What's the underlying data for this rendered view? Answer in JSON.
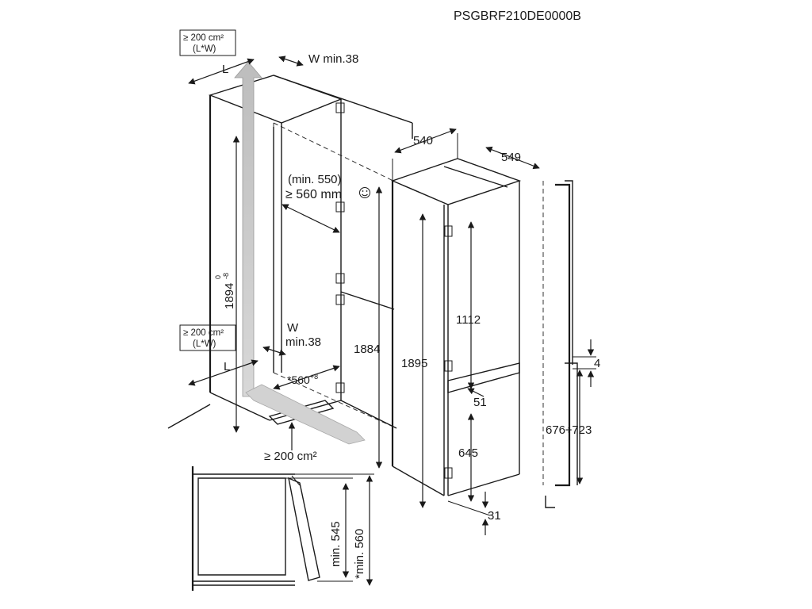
{
  "model_code": "PSGBRF210DE0000B",
  "vent_top": {
    "area": "≥ 200 cm²",
    "formula": "(L*W)"
  },
  "vent_mid": {
    "area": "≥ 200 cm²",
    "formula": "(L*W)"
  },
  "vent_bottom": "≥ 200 cm²",
  "gap_top": {
    "letter": "W",
    "value": "min.38"
  },
  "gap_mid": {
    "letter": "W",
    "value": "min.38"
  },
  "length_top": "L",
  "length_mid": "L",
  "niche_height": "1894",
  "niche_height_tol_top": "0",
  "niche_height_tol_bottom": "-8",
  "niche_width": "*560",
  "niche_width_tol": "+8",
  "door_clearance_note": "(min. 550)",
  "door_clearance": "≥ 560 mm",
  "appliance_depth": "540",
  "appliance_width": "549",
  "appliance_height_hinge": "1884",
  "appliance_height_total": "1895",
  "upper_door_height": "1112",
  "door_gap": "51",
  "lower_door_height": "645",
  "bottom_offset": "31",
  "panel_gap": "4",
  "panel_range": "676÷723",
  "depth_min": "min. 545",
  "depth_star": "*min. 560",
  "colors": {
    "line": "#1a1a1a",
    "airflow": "#c9c9c9",
    "airflow_dark": "#b5b5b5"
  }
}
